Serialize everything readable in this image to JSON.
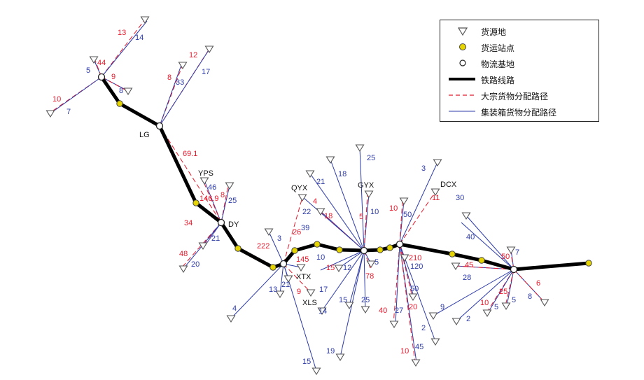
{
  "legend": {
    "source": "货源地",
    "station": "货运站点",
    "base": "物流基地",
    "rail": "铁路线路",
    "bulk": "大宗货物分配路径",
    "container": "集装箱货物分配路径"
  },
  "colors": {
    "bulk": "#e8182b",
    "container": "#2c3aa8",
    "rail": "#000000",
    "station": "#e6d400"
  },
  "nodes": {
    "LG": "LG",
    "YPS": "YPS",
    "DY": "DY",
    "QYX": "QYX",
    "XTX": "XTX",
    "XLS": "XLS",
    "GYX": "GYX",
    "DCX": "DCX"
  },
  "labels": [
    {
      "t": "13",
      "c": "red"
    },
    {
      "t": "14",
      "c": "blue"
    },
    {
      "t": "44",
      "c": "red"
    },
    {
      "t": "5",
      "c": "blue"
    },
    {
      "t": "9",
      "c": "red"
    },
    {
      "t": "8",
      "c": "blue"
    },
    {
      "t": "10",
      "c": "red"
    },
    {
      "t": "7",
      "c": "blue"
    },
    {
      "t": "12",
      "c": "red"
    },
    {
      "t": "17",
      "c": "blue"
    },
    {
      "t": "8",
      "c": "red"
    },
    {
      "t": "33",
      "c": "blue"
    },
    {
      "t": "69.1",
      "c": "red"
    },
    {
      "t": "46",
      "c": "blue"
    },
    {
      "t": "146.9",
      "c": "red"
    },
    {
      "t": "8",
      "c": "red"
    },
    {
      "t": "25",
      "c": "blue"
    },
    {
      "t": "34",
      "c": "red"
    },
    {
      "t": "21",
      "c": "blue"
    },
    {
      "t": "48",
      "c": "red"
    },
    {
      "t": "20",
      "c": "blue"
    },
    {
      "t": "222",
      "c": "red"
    },
    {
      "t": "3",
      "c": "blue"
    },
    {
      "t": "26",
      "c": "red"
    },
    {
      "t": "4",
      "c": "red"
    },
    {
      "t": "22",
      "c": "blue"
    },
    {
      "t": "18",
      "c": "red"
    },
    {
      "t": "39",
      "c": "blue"
    },
    {
      "t": "21",
      "c": "blue"
    },
    {
      "t": "18",
      "c": "blue"
    },
    {
      "t": "25",
      "c": "blue"
    },
    {
      "t": "145",
      "c": "red"
    },
    {
      "t": "10",
      "c": "blue"
    },
    {
      "t": "15",
      "c": "red"
    },
    {
      "t": "12",
      "c": "blue"
    },
    {
      "t": "21",
      "c": "blue"
    },
    {
      "t": "13",
      "c": "blue"
    },
    {
      "t": "4",
      "c": "blue"
    },
    {
      "t": "9",
      "c": "red"
    },
    {
      "t": "17",
      "c": "blue"
    },
    {
      "t": "14",
      "c": "blue"
    },
    {
      "t": "15",
      "c": "blue"
    },
    {
      "t": "19",
      "c": "blue"
    },
    {
      "t": "15",
      "c": "blue"
    },
    {
      "t": "25",
      "c": "blue"
    },
    {
      "t": "5",
      "c": "red"
    },
    {
      "t": "10",
      "c": "blue"
    },
    {
      "t": "5",
      "c": "blue"
    },
    {
      "t": "78",
      "c": "red"
    },
    {
      "t": "10",
      "c": "red"
    },
    {
      "t": "50",
      "c": "blue"
    },
    {
      "t": "3",
      "c": "blue"
    },
    {
      "t": "210",
      "c": "red"
    },
    {
      "t": "120",
      "c": "blue"
    },
    {
      "t": "50",
      "c": "blue"
    },
    {
      "t": "40",
      "c": "red"
    },
    {
      "t": "27",
      "c": "blue"
    },
    {
      "t": "20",
      "c": "red"
    },
    {
      "t": "2",
      "c": "blue"
    },
    {
      "t": "10",
      "c": "red"
    },
    {
      "t": "45",
      "c": "blue"
    },
    {
      "t": "11",
      "c": "red"
    },
    {
      "t": "30",
      "c": "blue"
    },
    {
      "t": "40",
      "c": "blue"
    },
    {
      "t": "50",
      "c": "red"
    },
    {
      "t": "7",
      "c": "blue"
    },
    {
      "t": "45",
      "c": "red"
    },
    {
      "t": "28",
      "c": "blue"
    },
    {
      "t": "6",
      "c": "red"
    },
    {
      "t": "8",
      "c": "blue"
    },
    {
      "t": "9",
      "c": "blue"
    },
    {
      "t": "2",
      "c": "blue"
    },
    {
      "t": "10",
      "c": "red"
    },
    {
      "t": "5",
      "c": "blue"
    },
    {
      "t": "25",
      "c": "red"
    },
    {
      "t": "5",
      "c": "blue"
    }
  ]
}
